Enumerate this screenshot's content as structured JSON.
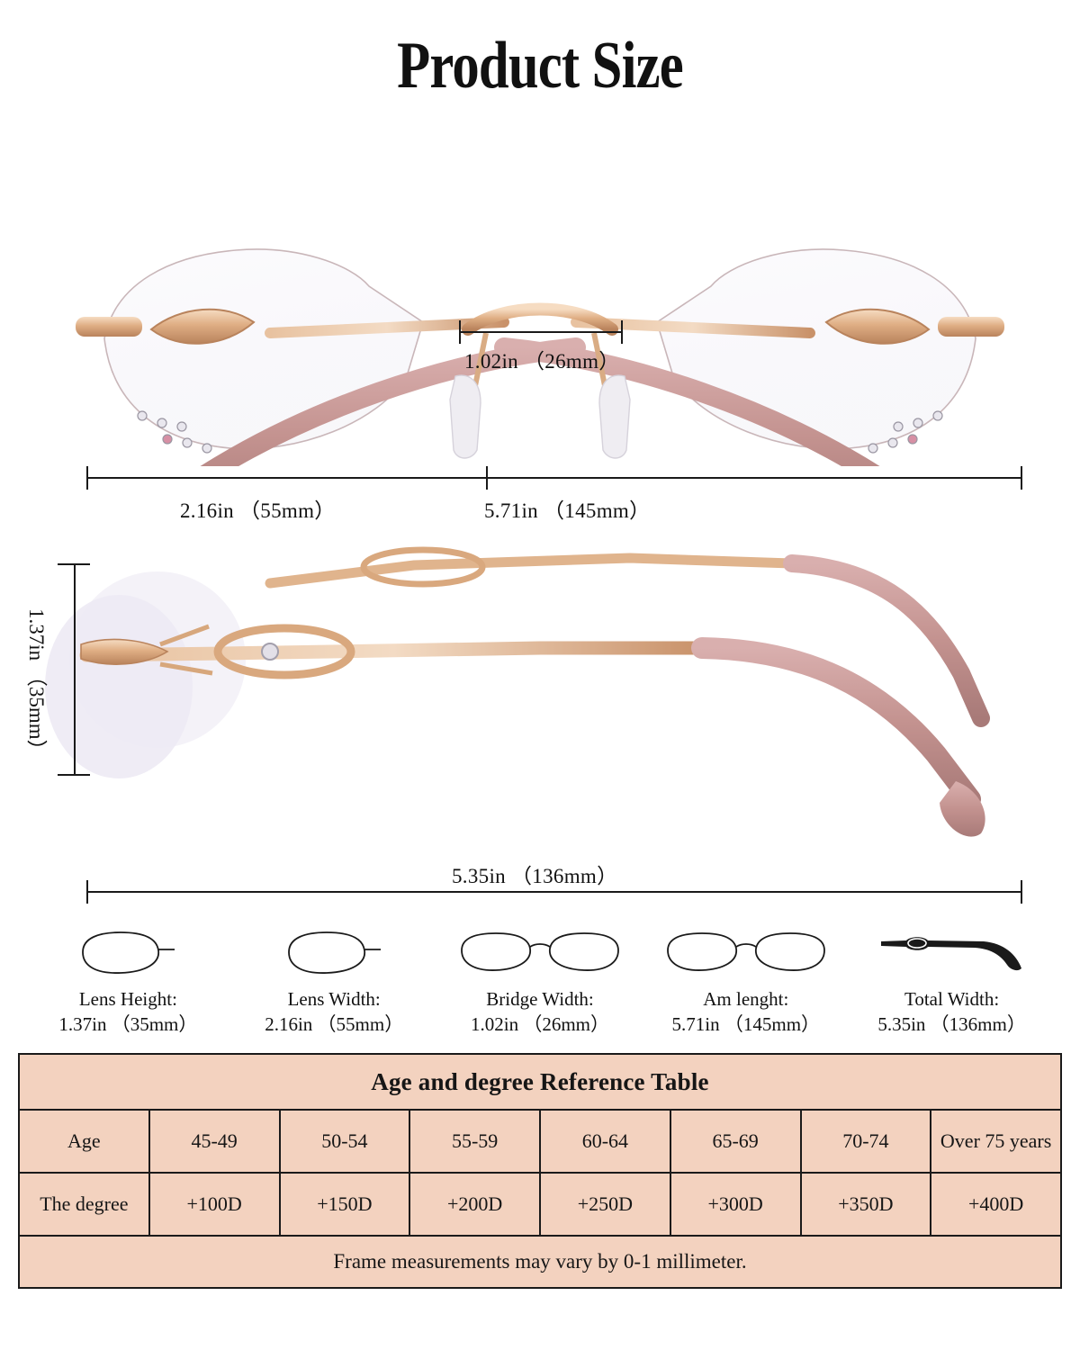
{
  "page": {
    "title": "Product Size",
    "background": "#FFFFFF",
    "table_fill": "#F3D2BF",
    "line_color": "#1A1A1A"
  },
  "product": {
    "frame_metal_color": "#E2B48E",
    "temple_color": "#C59A9B",
    "lens_color": "#F3F1F6"
  },
  "front_view": {
    "bridge_dim": "1.02in （26mm）",
    "lens_dim": "2.16in （55mm）",
    "arm_dim": "5.71in （145mm）"
  },
  "side_view": {
    "height_dim": "1.37in （35mm）",
    "total_dim": "5.35in （136mm）"
  },
  "icons": [
    {
      "key": "lens-height",
      "name": "lens-height-icon",
      "label": "Lens Height:",
      "value": "1.37in （35mm）"
    },
    {
      "key": "lens-width",
      "name": "lens-width-icon",
      "label": "Lens Width:",
      "value": "2.16in （55mm）"
    },
    {
      "key": "bridge-width",
      "name": "bridge-width-icon",
      "label": "Bridge Width:",
      "value": "1.02in （26mm）"
    },
    {
      "key": "arm-length",
      "name": "arm-length-icon",
      "label": "Am lenght:",
      "value": "5.71in （145mm）"
    },
    {
      "key": "total-width",
      "name": "total-width-icon",
      "label": "Total Width:",
      "value": "5.35in （136mm）"
    }
  ],
  "table": {
    "title": "Age and degree Reference Table",
    "row_labels": [
      "Age",
      "The degree"
    ],
    "ages": [
      "45-49",
      "50-54",
      "55-59",
      "60-64",
      "65-69",
      "70-74",
      "Over 75 years"
    ],
    "degrees": [
      "+100D",
      "+150D",
      "+200D",
      "+250D",
      "+300D",
      "+350D",
      "+400D"
    ],
    "footnote": "Frame measurements may vary by 0-1 millimeter."
  }
}
